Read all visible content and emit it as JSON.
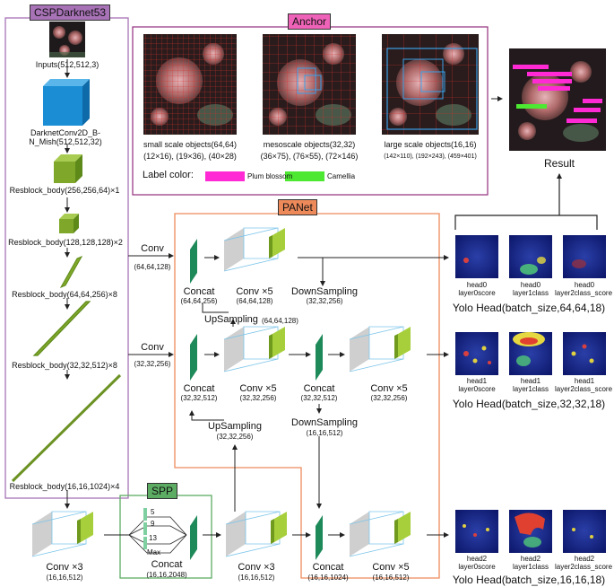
{
  "sections": {
    "backbone": "CSPDarknet53",
    "anchor": "Anchor",
    "panet": "PANet",
    "spp": "SPP",
    "result": "Result"
  },
  "colors": {
    "backbone": "#a772b6",
    "anchor_tag": "#ee63b8",
    "anchor_border": "#9c3d86",
    "panet": "#ee8a5a",
    "spp": "#5dac63",
    "block_green": "#7fa82a",
    "block_blue": "#1a8dd4",
    "concat_green": "#1e8a5a",
    "plum": "#ff2ad4",
    "camellia": "#4de832"
  },
  "backbone": {
    "input_label": "Inputs(512,512,3)",
    "conv_label_1": "DarknetConv2D_B-",
    "conv_label_2": "N_Mish(512,512,32)",
    "resblocks": [
      "Resblock_body(256,256,64)×1",
      "Resblock_body(128,128,128)×2",
      "Resblock_body(64,64,256)×8",
      "Resblock_body(32,32,512)×8",
      "Resblock_body(16,16,1024)×4"
    ]
  },
  "anchor": {
    "items": [
      {
        "title": "small scale objects(64,64)",
        "sizes": "(12×16), (19×36), (40×28)"
      },
      {
        "title": "mesoscale objects(32,32)",
        "sizes": "(36×75), (76×55), (72×146)"
      },
      {
        "title": "large scale objects(16,16)",
        "sizes": "(142×110), (192×243), (459×401)"
      }
    ],
    "legend_label": "Label color:",
    "legend": [
      {
        "name": "Plum blossom"
      },
      {
        "name": "Camellia"
      }
    ]
  },
  "panet": {
    "conv_in_1": {
      "name": "Conv",
      "dims": "(64,64,128)"
    },
    "conv_in_2": {
      "name": "Conv",
      "dims": "(32,32,256)"
    },
    "row1": {
      "concat": {
        "name": "Concat",
        "dims": "(64,64,256)"
      },
      "conv": {
        "name": "Conv ×5",
        "dims": "(64,64,128)"
      },
      "down": {
        "name": "DownSampling",
        "dims": "(32,32,256)"
      },
      "up": {
        "name": "UpSampling",
        "dims": "(64,64,128)"
      }
    },
    "row2": {
      "concat": {
        "name": "Concat",
        "dims": "(32,32,512)"
      },
      "conv": {
        "name": "Conv ×5",
        "dims": "(32,32,256)"
      },
      "concat2": {
        "name": "Concat",
        "dims": "(32,32,512)"
      },
      "conv2": {
        "name": "Conv ×5",
        "dims": "(32,32,256)"
      },
      "up": {
        "name": "UpSampling",
        "dims": "(32,32,256)"
      },
      "down": {
        "name": "DownSampling",
        "dims": "(16,16,512)"
      }
    },
    "row3": {
      "conv3": {
        "name": "Conv ×3",
        "dims": "(16,16,512)"
      },
      "concat_spp": {
        "name": "Concat",
        "dims": "(16,16,2048)"
      },
      "conv3b": {
        "name": "Conv ×3",
        "dims": "(16,16,512)"
      },
      "concat3": {
        "name": "Concat",
        "dims": "(16,16,1024)"
      },
      "conv5": {
        "name": "Conv ×5",
        "dims": "(16,16,512)"
      }
    }
  },
  "spp": {
    "pools": [
      "5",
      "9",
      "13",
      "Max"
    ]
  },
  "heads": [
    {
      "title": "Yolo Head(batch_size,64,64,18)",
      "maps": [
        {
          "line1": "head0",
          "line2": "layer0score"
        },
        {
          "line1": "head0",
          "line2": "layer1class"
        },
        {
          "line1": "head0",
          "line2": "layer2class_score"
        }
      ]
    },
    {
      "title": "Yolo Head(batch_size,32,32,18)",
      "maps": [
        {
          "line1": "head1",
          "line2": "layer0score"
        },
        {
          "line1": "head1",
          "line2": "layer1class"
        },
        {
          "line1": "head1",
          "line2": "layer2class_score"
        }
      ]
    },
    {
      "title": "Yolo Head(batch_size,16,16,18)",
      "maps": [
        {
          "line1": "head2",
          "line2": "layer0score"
        },
        {
          "line1": "head2",
          "line2": "layer1class"
        },
        {
          "line1": "head2",
          "line2": "layer2class_score"
        }
      ]
    }
  ]
}
